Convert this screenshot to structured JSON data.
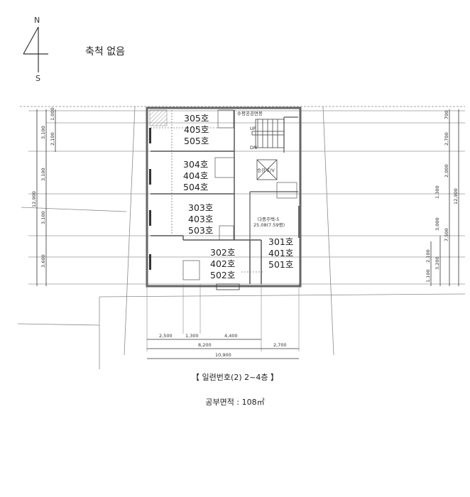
{
  "compass": {
    "north": "N",
    "south": "S"
  },
  "scale_note": "축척 없음",
  "units": [
    {
      "lines": [
        "305호",
        "405호",
        "505호"
      ]
    },
    {
      "lines": [
        "304호",
        "404호",
        "504호"
      ]
    },
    {
      "lines": [
        "303호",
        "403호",
        "503호"
      ]
    },
    {
      "lines": [
        "302호",
        "402호",
        "502호"
      ]
    },
    {
      "lines": [
        "301호",
        "401호",
        "501호"
      ]
    }
  ],
  "plan_labels": {
    "stair_up": "UP",
    "stair_dn": "DN",
    "elevator": "승강 E/V",
    "building_label": "다중주택-5",
    "building_sub": "25.08(7.59평)",
    "top_note": "수평공공면봉"
  },
  "dimensions": {
    "left": [
      "1,000",
      "2,100",
      "3,100",
      "3,100",
      "12,900",
      "3,100",
      "3,600"
    ],
    "right": [
      "700",
      "2,700",
      "2,000",
      "1,300",
      "3,000",
      "12,900",
      "7,500",
      "2,100",
      "3,200",
      "1,100"
    ],
    "bottom_row1": [
      "2,500",
      "1,300",
      "4,400"
    ],
    "bottom_row2": [
      "8,200",
      "2,700"
    ],
    "bottom_row3": [
      "10,900"
    ]
  },
  "caption": {
    "title": "【 일련번호(2) 2~4층 】",
    "area": "공부면적 : 108㎡"
  }
}
